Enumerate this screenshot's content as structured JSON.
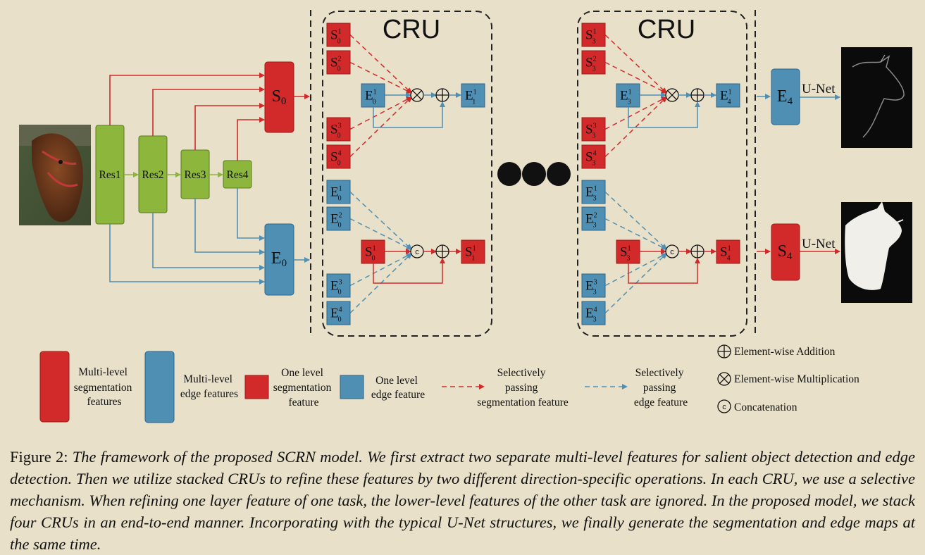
{
  "colors": {
    "background": "#e8e0c8",
    "segmentation": "#d22a2a",
    "edge": "#4f8fb3",
    "res_block": "#8cb63c",
    "dash": "#222222"
  },
  "blocks": {
    "res": [
      "Res1",
      "Res2",
      "Res3",
      "Res4"
    ],
    "s0_base": "S",
    "s0_sub": "0",
    "e0_base": "E",
    "e0_sub": "0",
    "e4_base": "E",
    "e4_sub": "4",
    "s4_base": "S",
    "s4_sub": "4"
  },
  "cru": {
    "title": "CRU",
    "left": {
      "seg_inputs": [
        {
          "b": "S",
          "sub": "0",
          "sup": "1"
        },
        {
          "b": "S",
          "sub": "0",
          "sup": "2"
        },
        {
          "b": "S",
          "sub": "0",
          "sup": "3"
        },
        {
          "b": "S",
          "sub": "0",
          "sup": "4"
        }
      ],
      "edge_center": {
        "b": "E",
        "sub": "0",
        "sup": "1"
      },
      "edge_out": {
        "b": "E",
        "sub": "1",
        "sup": "1"
      },
      "edge_inputs": [
        {
          "b": "E",
          "sub": "0",
          "sup": "1"
        },
        {
          "b": "E",
          "sub": "0",
          "sup": "2"
        },
        {
          "b": "E",
          "sub": "0",
          "sup": "3"
        },
        {
          "b": "E",
          "sub": "0",
          "sup": "4"
        }
      ],
      "seg_center": {
        "b": "S",
        "sub": "0",
        "sup": "1"
      },
      "seg_out": {
        "b": "S",
        "sub": "1",
        "sup": "1"
      }
    },
    "right": {
      "seg_inputs": [
        {
          "b": "S",
          "sub": "3",
          "sup": "1"
        },
        {
          "b": "S",
          "sub": "3",
          "sup": "2"
        },
        {
          "b": "S",
          "sub": "3",
          "sup": "3"
        },
        {
          "b": "S",
          "sub": "3",
          "sup": "4"
        }
      ],
      "edge_center": {
        "b": "E",
        "sub": "3",
        "sup": "1"
      },
      "edge_out": {
        "b": "E",
        "sub": "4",
        "sup": "1"
      },
      "edge_inputs": [
        {
          "b": "E",
          "sub": "3",
          "sup": "1"
        },
        {
          "b": "E",
          "sub": "3",
          "sup": "2"
        },
        {
          "b": "E",
          "sub": "3",
          "sup": "3"
        },
        {
          "b": "E",
          "sub": "3",
          "sup": "4"
        }
      ],
      "seg_center": {
        "b": "S",
        "sub": "3",
        "sup": "1"
      },
      "seg_out": {
        "b": "S",
        "sub": "4",
        "sup": "1"
      }
    }
  },
  "outputs": {
    "unet_label": "U-Net"
  },
  "legend": {
    "multi_seg": [
      "Multi-level",
      "segmentation",
      "features"
    ],
    "multi_edge": [
      "Multi-level",
      "edge features"
    ],
    "one_seg": [
      "One level",
      "segmentation",
      "feature"
    ],
    "one_edge": [
      "One level",
      "edge feature"
    ],
    "pass_seg": [
      "Selectively",
      "passing",
      "segmentation feature"
    ],
    "pass_edge": [
      "Selectively",
      "passing",
      "edge feature"
    ],
    "ops": {
      "addition": "Element-wise Addition",
      "multiplication": "Element-wise Multiplication",
      "concatenation": "Concatenation",
      "concat_symbol": "c"
    }
  },
  "caption": {
    "lead": "Figure 2: ",
    "body": "The framework of the proposed SCRN model. We first extract two separate multi-level features for salient object detection and edge detection. Then we utilize stacked CRUs to refine these features by two different direction-specific operations. In each CRU, we use a selective mechanism. When refining one layer feature of one task, the lower-level features of the other task are ignored. In the proposed model, we stack four CRUs in an end-to-end manner. Incorporating with the typical U-Net structures, we finally generate the segmentation and edge maps at the same time."
  }
}
